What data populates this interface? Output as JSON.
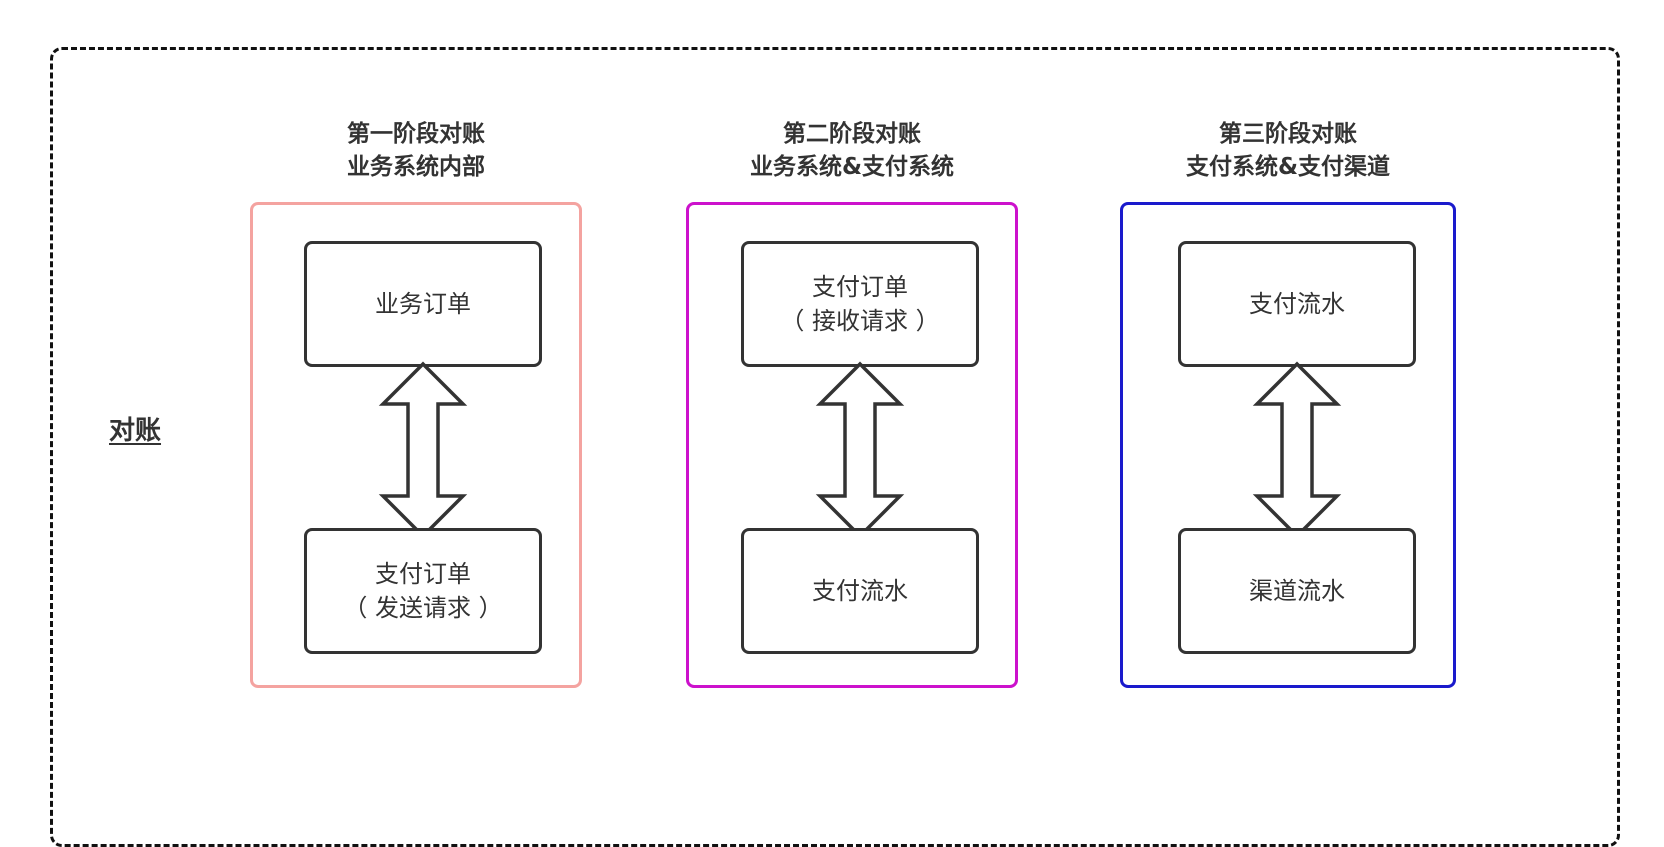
{
  "section_label": "对账",
  "stages": [
    {
      "title_line1": "第一阶段对账",
      "title_line2": "业务系统内部",
      "border_color": "#f4a3a0",
      "top_node": {
        "line1": "业务订单",
        "line2": ""
      },
      "bottom_node": {
        "line1": "支付订单",
        "line2": "（ 发送请求 ）"
      }
    },
    {
      "title_line1": "第二阶段对账",
      "title_line2": "业务系统&支付系统",
      "border_color": "#cc11cc",
      "top_node": {
        "line1": "支付订单",
        "line2": "（ 接收请求 ）"
      },
      "bottom_node": {
        "line1": "支付流水",
        "line2": ""
      }
    },
    {
      "title_line1": "第三阶段对账",
      "title_line2": "支付系统&支付渠道",
      "border_color": "#1a1acc",
      "top_node": {
        "line1": "支付流水",
        "line2": ""
      },
      "bottom_node": {
        "line1": "渠道流水",
        "line2": ""
      }
    }
  ],
  "connector_icon": "double-headed-arrow-icon"
}
